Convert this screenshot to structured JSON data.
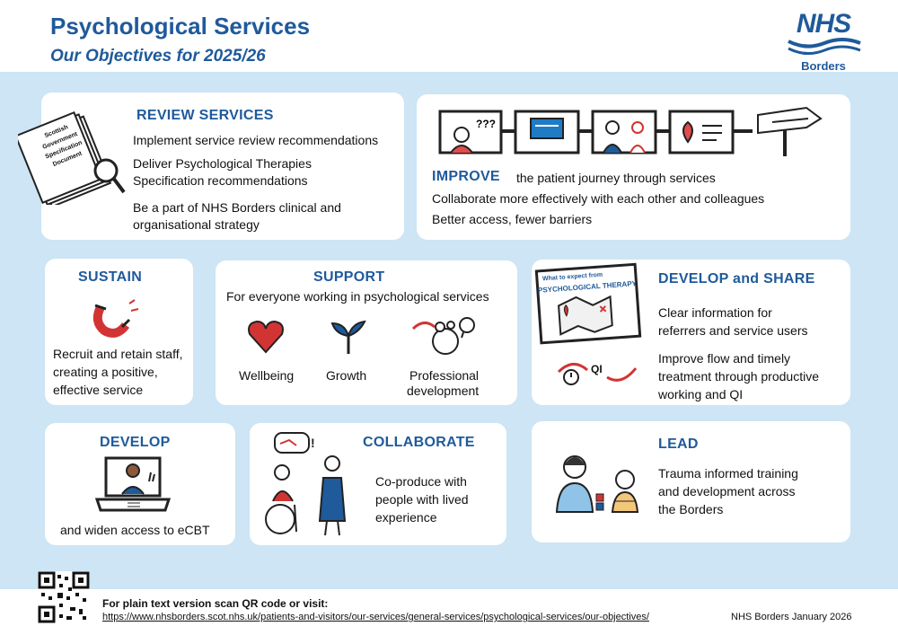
{
  "header": {
    "title": "Psychological Services",
    "subtitle": "Our Objectives for 2025/26",
    "logo_text": "NHS",
    "logo_sub": "Borders"
  },
  "review": {
    "heading": "REVIEW SERVICES",
    "doc_label": "Scottish Government Specification Document",
    "lines": [
      "Implement service review recommendations",
      "Deliver Psychological Therapies",
      "Specification recommendations",
      "Be a part of NHS Borders clinical and",
      "organisational strategy"
    ]
  },
  "improve": {
    "heading": "IMPROVE",
    "heading_rest": "the patient journey through services",
    "lines": [
      "Collaborate more effectively with each other and colleagues",
      "Better access, fewer barriers"
    ]
  },
  "sustain": {
    "heading": "SUSTAIN",
    "lines": [
      "Recruit and retain staff,",
      "creating a positive,",
      "effective service"
    ]
  },
  "support": {
    "heading": "SUPPORT",
    "intro": "For everyone working in psychological services",
    "items": [
      "Wellbeing",
      "Growth",
      "Professional",
      "development"
    ]
  },
  "develop_share": {
    "heading": "DEVELOP and SHARE",
    "sign_small": "What to expect from",
    "sign_big": "PSYCHOLOGICAL THERAPY",
    "qi_label": "QI",
    "lines": [
      "Clear information for",
      "referrers and service users",
      "Improve flow and timely",
      "treatment through productive",
      "working and QI"
    ]
  },
  "develop": {
    "heading": "DEVELOP",
    "line": "and widen access to eCBT"
  },
  "collaborate": {
    "heading": "COLLABORATE",
    "lines": [
      "Co-produce with",
      "people with lived",
      "experience"
    ]
  },
  "lead": {
    "heading": "LEAD",
    "lines": [
      "Trauma informed training",
      "and development across",
      "the Borders"
    ]
  },
  "footer": {
    "plain_text": "For plain text version scan QR code or visit:",
    "url": "https://www.nhsborders.scot.nhs.uk/patients-and-visitors/our-services/general-services/psychological-services/our-objectives/",
    "date": "NHS Borders January 2026"
  },
  "colors": {
    "brand_blue": "#1f5a9b",
    "background": "#cde5f4",
    "accent_red": "#d23434"
  }
}
